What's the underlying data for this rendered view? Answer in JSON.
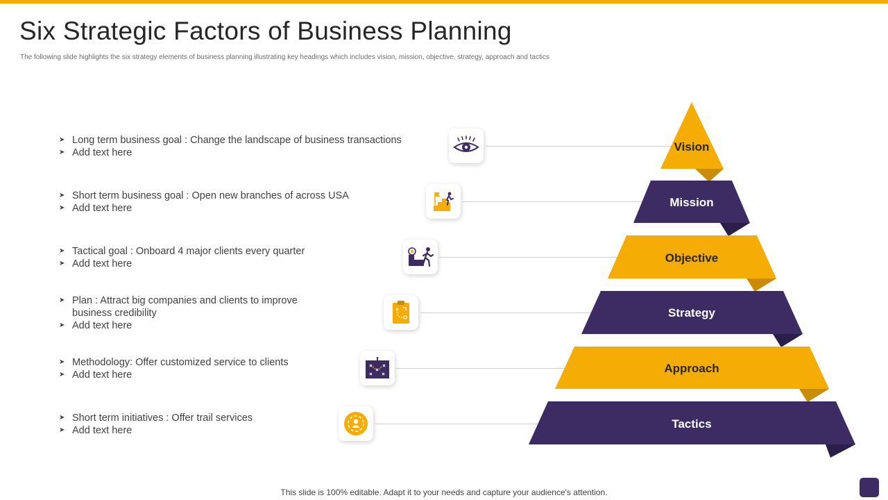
{
  "slide": {
    "title": "Six Strategic Factors of Business Planning",
    "subtitle": "The following slide highlights the six strategy elements of business planning illustrating key headings which includes vision, mission,  objective, strategy, approach and tactics",
    "footer": "This slide is 100% editable. Adapt it to your needs and capture your audience's attention."
  },
  "colors": {
    "accent": "#f5ad06",
    "dark": "#3d2c63",
    "accent_shade": "#c98c08",
    "dark_shade": "#2b1e48"
  },
  "rows": [
    {
      "icon": "eye-icon",
      "tier": "Vision",
      "bullets": [
        "Long term business goal : Change the landscape of business transactions",
        "Add text here"
      ]
    },
    {
      "icon": "stairs-goal-icon",
      "tier": "Mission",
      "bullets": [
        "Short term business goal : Open new branches of across USA",
        "Add text here"
      ]
    },
    {
      "icon": "target-climb-icon",
      "tier": "Objective",
      "bullets": [
        "Tactical goal : Onboard 4 major clients every quarter",
        "Add text here"
      ]
    },
    {
      "icon": "clipboard-plan-icon",
      "tier": "Strategy",
      "bullets": [
        "Plan : Attract big companies and clients to improve business credibility",
        "Add text here"
      ]
    },
    {
      "icon": "tactics-board-icon",
      "tier": "Approach",
      "bullets": [
        "Methodology:  Offer customized service to clients",
        "Add text here"
      ]
    },
    {
      "icon": "person-target-icon",
      "tier": "Tactics",
      "bullets": [
        "Short term initiatives  : Offer trail services",
        "Add text here"
      ]
    }
  ]
}
